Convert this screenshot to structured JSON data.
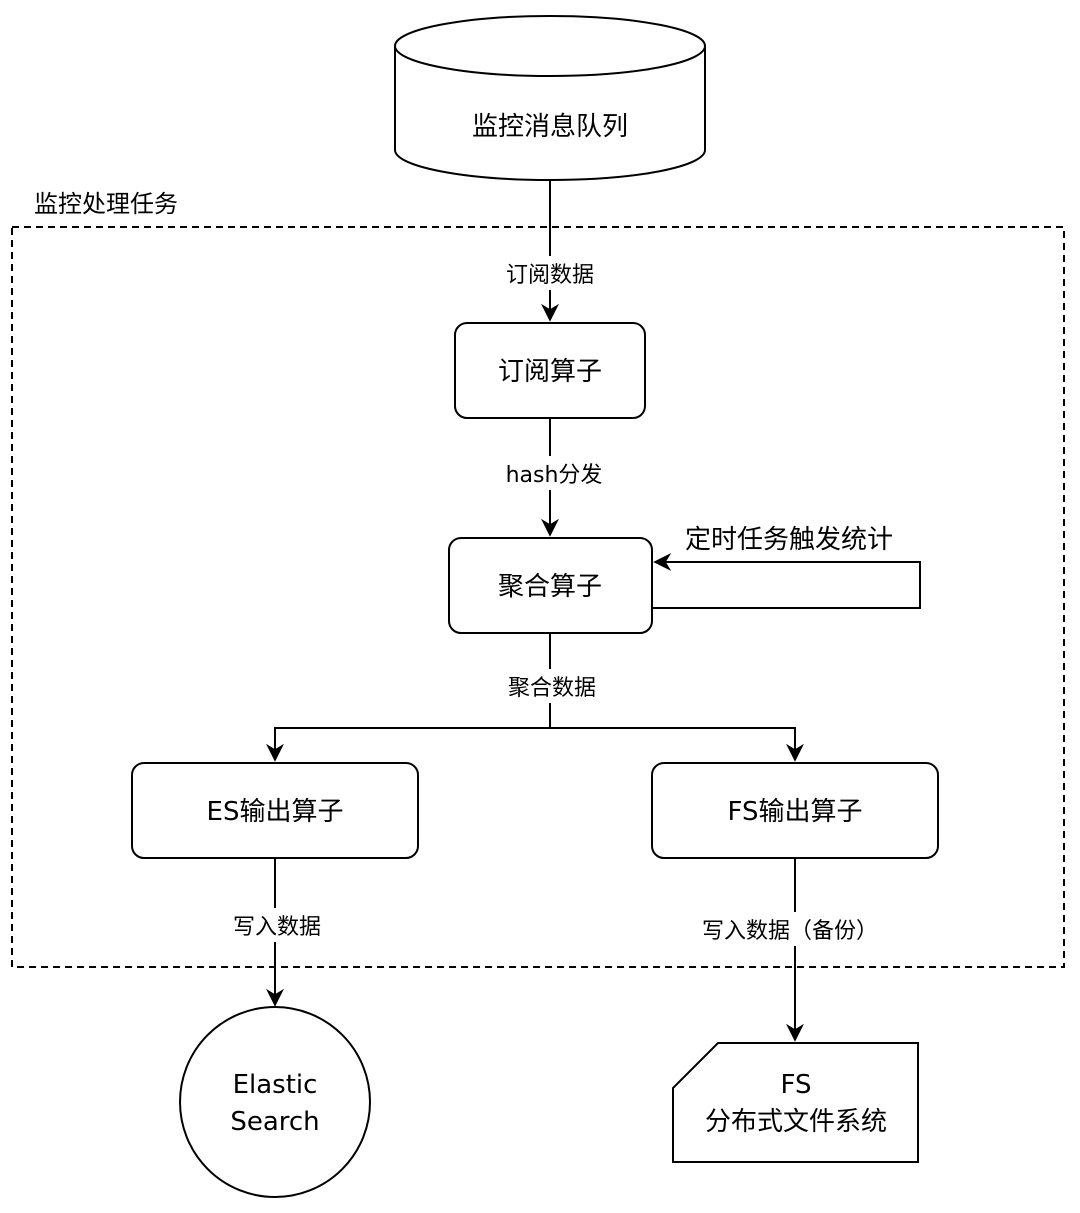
{
  "container": {
    "title": "监控处理任务"
  },
  "nodes": {
    "mq": {
      "label": "监控消息队列"
    },
    "subscribe": {
      "label": "订阅算子"
    },
    "aggregate": {
      "label": "聚合算子"
    },
    "es_output": {
      "label": "ES输出算子"
    },
    "fs_output": {
      "label": "FS输出算子"
    },
    "elastic": {
      "line1": "Elastic",
      "line2": "Search"
    },
    "fs": {
      "line1": "FS",
      "line2": "分布式文件系统"
    }
  },
  "edges": {
    "subscribe_data": "订阅数据",
    "hash_dispatch": "hash分发",
    "timer_stats": "定时任务触发统计",
    "aggregate_data": "聚合数据",
    "write_data": "写入数据",
    "write_backup": "写入数据（备份）"
  }
}
